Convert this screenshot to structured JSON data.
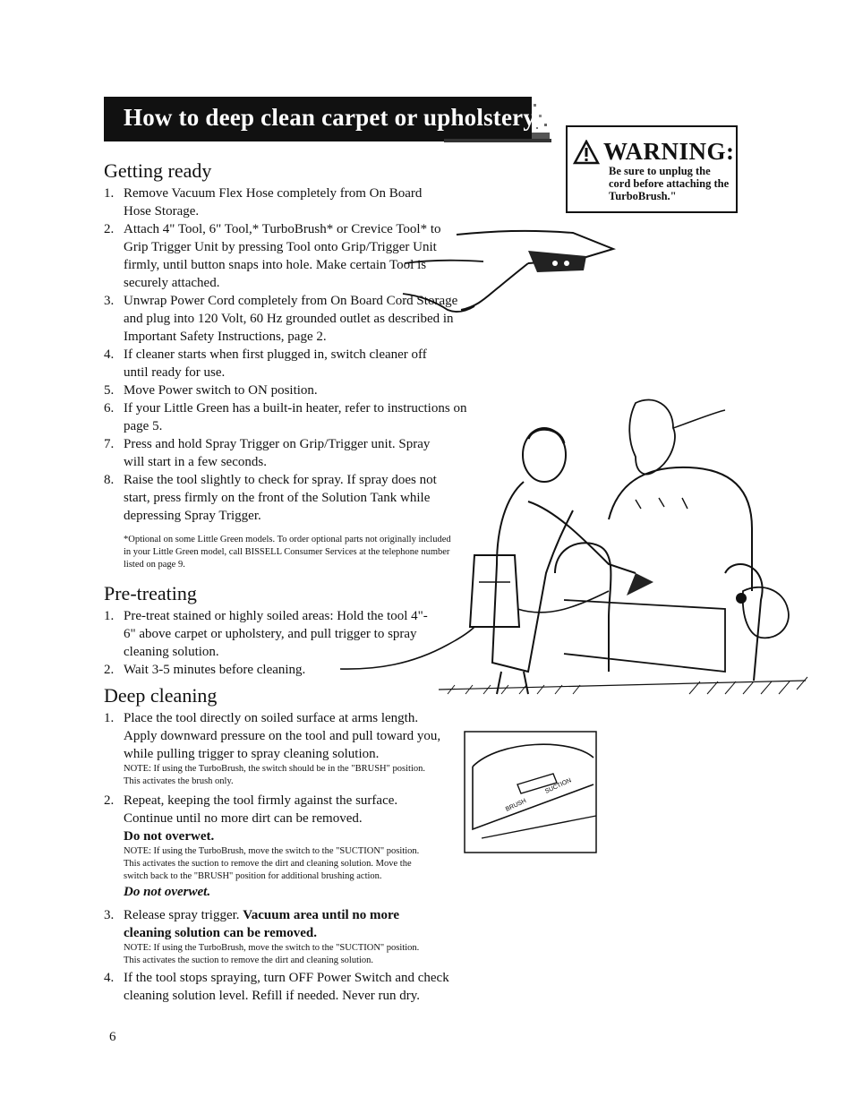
{
  "header": {
    "title": "How to deep clean carpet or upholstery"
  },
  "warning": {
    "title": "WARNING:",
    "text": "Be sure to unplug the cord before attaching the TurboBrush.\""
  },
  "getting_ready": {
    "heading": "Getting ready",
    "items": [
      {
        "num": "1.",
        "text": "Remove Vacuum Flex Hose completely from On Board Hose Storage."
      },
      {
        "num": "2.",
        "text": "Attach 4\" Tool, 6\" Tool,* TurboBrush* or Crevice Tool* to Grip Trigger Unit by pressing Tool onto Grip/Trigger Unit firmly, until button snaps into hole. Make certain Tool is securely attached."
      },
      {
        "num": "3.",
        "text": "Unwrap Power Cord completely from On Board Cord Storage and plug into 120 Volt, 60 Hz grounded outlet as described in Important Safety Instructions, page 2."
      },
      {
        "num": "4.",
        "text": "If cleaner starts when first plugged in, switch cleaner off until ready for use."
      },
      {
        "num": "5.",
        "text": "Move Power switch to ON position."
      },
      {
        "num": "6.",
        "text": "If your Little Green has a built-in heater, refer to instructions on page 5."
      },
      {
        "num": "7.",
        "text": "Press and hold Spray Trigger on Grip/Trigger unit. Spray will start in a few seconds."
      },
      {
        "num": "8.",
        "text": "Raise the tool slightly to check for spray. If spray does not start, press firmly on the front of the Solution Tank while depressing Spray Trigger."
      }
    ],
    "footnote": "*Optional on some Little Green models. To order optional parts not originally included in your Little Green model, call BISSELL Consumer Services at the telephone number listed on page 9."
  },
  "pre_treating": {
    "heading": "Pre-treating",
    "items": [
      {
        "num": "1.",
        "text": "Pre-treat stained or highly soiled areas: Hold the tool 4\"- 6\" above carpet or upholstery, and pull trigger to spray cleaning solution."
      },
      {
        "num": "2.",
        "text": "Wait 3-5 minutes before cleaning."
      }
    ]
  },
  "deep_cleaning": {
    "heading": "Deep cleaning",
    "item1_text": "Place the tool directly on soiled surface at arms length. Apply downward pressure on the tool and pull toward you, while pulling trigger to spray cleaning solution.",
    "item1_note": "NOTE: If using the TurboBrush, the switch should be in the \"BRUSH\" position. This activates the brush only.",
    "item2_text": "Repeat, keeping the tool firmly against the surface. Continue until no more dirt can be removed.",
    "item2_bold": "Do not overwet.",
    "item2_note": "NOTE: If using the TurboBrush, move the switch to the \"SUCTION\" position. This activates the suction to remove the dirt and cleaning solution. Move the switch back to the \"BRUSH\" position for additional brushing action.",
    "item2_bolditalic": "Do not overwet.",
    "item3_text": "Release spray trigger.",
    "item3_bold": "Vacuum area until no more cleaning solution can be removed.",
    "item3_note": "NOTE: If using the TurboBrush, move the switch to the \"SUCTION\" position. This activates the suction to remove the dirt and cleaning solution.",
    "item4_text": "If the tool stops spraying, turn OFF Power Switch and check cleaning solution level. Refill if needed. Never run dry.",
    "nums": [
      "1.",
      "2.",
      "3.",
      "4."
    ]
  },
  "brush_diagram": {
    "label_brush": "BRUSH",
    "label_suction": "SUCTION"
  },
  "page_number": "6",
  "icons": [
    "warning-triangle-icon"
  ]
}
